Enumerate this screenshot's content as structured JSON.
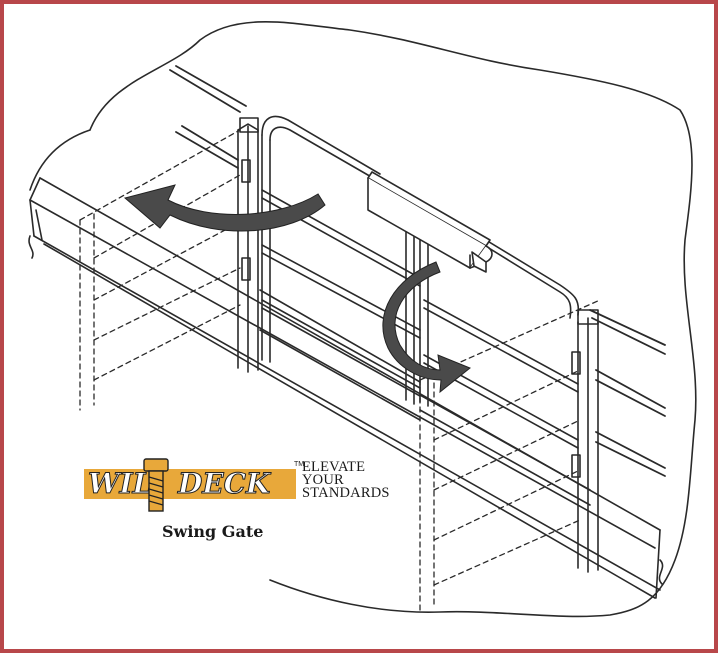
{
  "logo": {
    "word_left": "WIL",
    "word_right": "DECK",
    "trademark": "TM",
    "tagline_line1": "ELEVATE",
    "tagline_line2": "YOUR",
    "tagline_line3": "STANDARDS",
    "brand_color": "#e8a83a"
  },
  "caption": "Swing Gate",
  "colors": {
    "frame_border": "#b8474a",
    "line_art": "#2a2a2a",
    "arrow_fill": "#4a4a4a"
  },
  "icons": {
    "left_arrow": "curved-swing-arrow-icon",
    "right_arrow": "curved-swing-arrow-icon",
    "logo_bolt": "bolt-icon"
  }
}
